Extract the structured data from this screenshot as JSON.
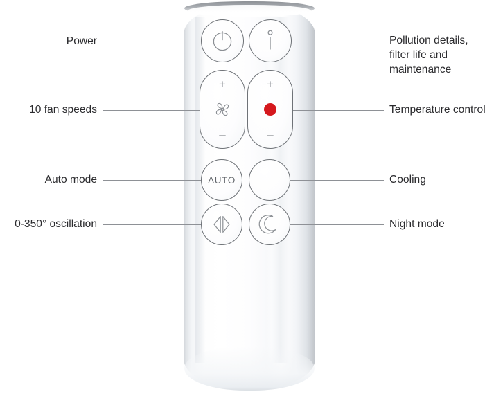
{
  "product": {
    "device_name": "remote-control",
    "colors": {
      "temperature_dot": "#d5181d",
      "cooling_dot": "#0e9cdf",
      "button_outline": "#6e7277",
      "leader_line": "#8e9196",
      "label_text": "#2b2b2e"
    }
  },
  "buttons": {
    "power": {
      "icon": "power-icon",
      "label": ""
    },
    "info": {
      "icon": "info-icon",
      "label": ""
    },
    "fan_speed": {
      "icon": "fan-icon",
      "plus": "+",
      "minus": "–"
    },
    "temperature": {
      "icon": "red-dot-icon",
      "plus": "+",
      "minus": "–"
    },
    "auto": {
      "icon": "auto-text-icon",
      "label": "AUTO"
    },
    "cooling": {
      "icon": "blue-dot-icon",
      "label": ""
    },
    "oscillation": {
      "icon": "oscillation-icon",
      "label": ""
    },
    "night": {
      "icon": "moon-icon",
      "label": ""
    }
  },
  "callouts": {
    "left": [
      {
        "id": "power",
        "text": "Power"
      },
      {
        "id": "fan-speeds",
        "text": "10 fan speeds"
      },
      {
        "id": "auto-mode",
        "text": "Auto mode"
      },
      {
        "id": "oscillation",
        "text": "0-350° oscillation"
      }
    ],
    "right": [
      {
        "id": "pollution",
        "text": "Pollution details,\nfilter life and\nmaintenance"
      },
      {
        "id": "temperature",
        "text": "Temperature control"
      },
      {
        "id": "cooling",
        "text": "Cooling"
      },
      {
        "id": "night-mode",
        "text": "Night mode"
      }
    ]
  }
}
